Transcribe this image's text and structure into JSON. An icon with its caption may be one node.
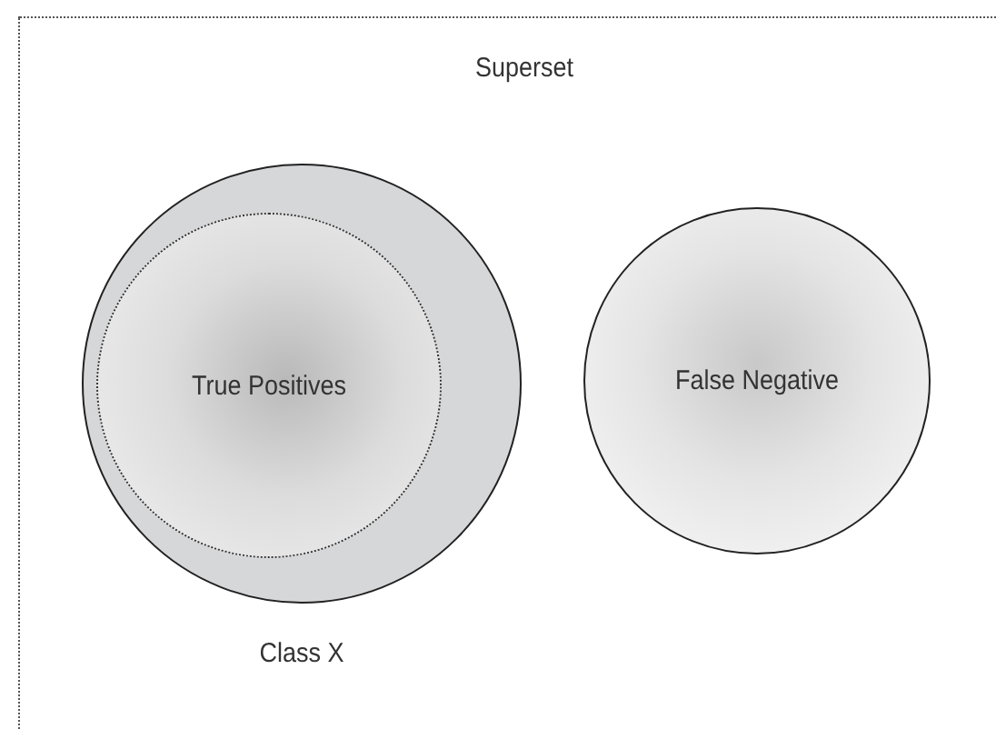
{
  "diagram": {
    "nodes": [
      {
        "text": [
          "Superset"
        ]
      },
      {
        "text": [
          "Class X"
        ],
        "in": 0
      },
      {
        "text": [
          "True Positives"
        ],
        "in": 1
      },
      {
        "text": [
          "False Negative"
        ],
        "in": 0
      }
    ]
  }
}
